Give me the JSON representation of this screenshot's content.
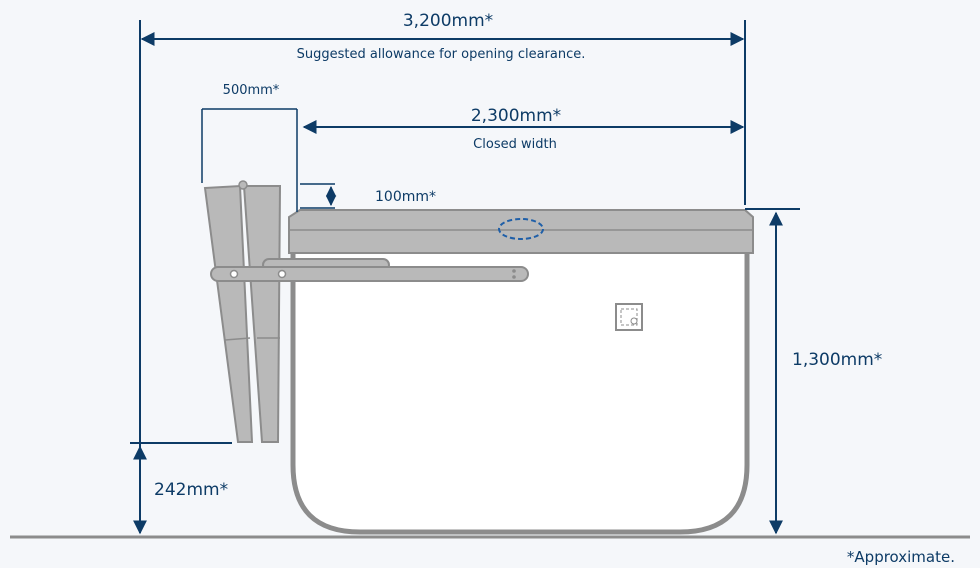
{
  "dimensions": {
    "overall_width": {
      "value": "3,200mm*",
      "caption": "Suggested allowance for opening clearance."
    },
    "lid_fold": {
      "value": "500mm*"
    },
    "closed_width": {
      "value": "2,300mm*",
      "caption": "Closed width"
    },
    "lid_thickness": {
      "value": "100mm*"
    },
    "height": {
      "value": "1,300mm*"
    },
    "ground_clearance": {
      "value": "242mm*"
    }
  },
  "footnote": "*Approximate.",
  "colors": {
    "dimension_line": "#0d3b66",
    "background": "#f5f7fa",
    "tub_outline": "#8c8c8c",
    "lid_fill": "#b9b9b9",
    "tub_fill": "#ffffff",
    "accent": "#1f5fa8"
  }
}
